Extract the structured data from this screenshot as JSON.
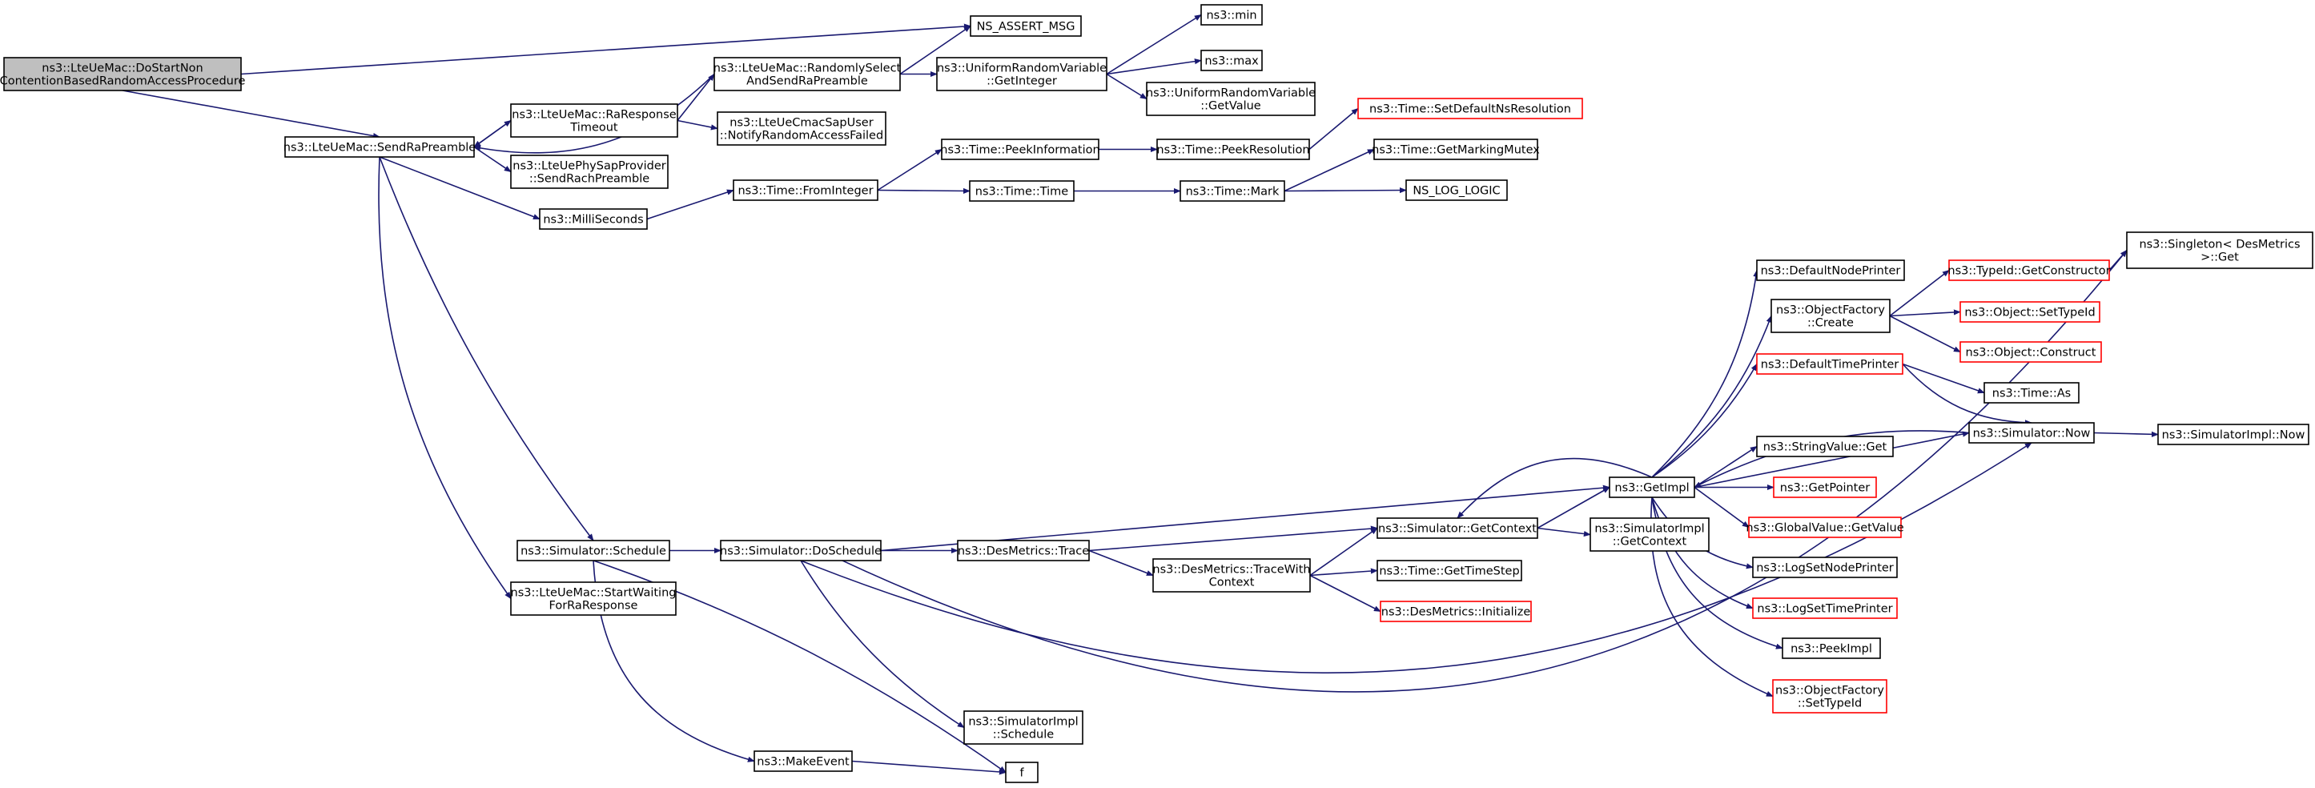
{
  "colors": {
    "edge": "#191970",
    "root_fill": "#bfbfbf",
    "box_border": "#000000",
    "truncated_border": "#ff0000"
  },
  "nodes": [
    {
      "id": "root",
      "style": "root",
      "lines": [
        "ns3::LteUeMac::DoStartNon",
        "ContentionBasedRandomAccessProcedure"
      ]
    },
    {
      "id": "ns_assert_msg",
      "style": "normal",
      "lines": [
        "NS_ASSERT_MSG"
      ]
    },
    {
      "id": "send_ra_preamble",
      "style": "normal",
      "lines": [
        "ns3::LteUeMac::SendRaPreamble"
      ]
    },
    {
      "id": "randomly_select",
      "style": "normal",
      "lines": [
        "ns3::LteUeMac::RandomlySelect",
        "AndSendRaPreamble"
      ]
    },
    {
      "id": "ra_response_timeout",
      "style": "normal",
      "lines": [
        "ns3::LteUeMac::RaResponse",
        "Timeout"
      ]
    },
    {
      "id": "phy_sap_provider",
      "style": "normal",
      "lines": [
        "ns3::LteUePhySapProvider",
        "::SendRachPreamble"
      ]
    },
    {
      "id": "milliseconds",
      "style": "normal",
      "lines": [
        "ns3::MilliSeconds"
      ]
    },
    {
      "id": "sim_schedule",
      "style": "normal",
      "lines": [
        "ns3::Simulator::Schedule"
      ]
    },
    {
      "id": "start_waiting",
      "style": "normal",
      "lines": [
        "ns3::LteUeMac::StartWaiting",
        "ForRaResponse"
      ]
    },
    {
      "id": "notify_ra_failed",
      "style": "normal",
      "lines": [
        "ns3::LteUeCmacSapUser",
        "::NotifyRandomAccessFailed"
      ]
    },
    {
      "id": "uniform_getinteger",
      "style": "normal",
      "lines": [
        "ns3::UniformRandomVariable",
        "::GetInteger"
      ]
    },
    {
      "id": "min",
      "style": "normal",
      "lines": [
        "ns3::min"
      ]
    },
    {
      "id": "max",
      "style": "normal",
      "lines": [
        "ns3::max"
      ]
    },
    {
      "id": "uniform_getvalue",
      "style": "normal",
      "lines": [
        "ns3::UniformRandomVariable",
        "::GetValue"
      ]
    },
    {
      "id": "time_set_default_res",
      "style": "red",
      "lines": [
        "ns3::Time::SetDefaultNsResolution"
      ]
    },
    {
      "id": "time_peek_information",
      "style": "normal",
      "lines": [
        "ns3::Time::PeekInformation"
      ]
    },
    {
      "id": "time_peek_resolution",
      "style": "normal",
      "lines": [
        "ns3::Time::PeekResolution"
      ]
    },
    {
      "id": "time_get_marking_mutex",
      "style": "normal",
      "lines": [
        "ns3::Time::GetMarkingMutex"
      ]
    },
    {
      "id": "time_from_integer",
      "style": "normal",
      "lines": [
        "ns3::Time::FromInteger"
      ]
    },
    {
      "id": "time_time",
      "style": "normal",
      "lines": [
        "ns3::Time::Time"
      ]
    },
    {
      "id": "time_mark",
      "style": "normal",
      "lines": [
        "ns3::Time::Mark"
      ]
    },
    {
      "id": "ns_log_logic",
      "style": "normal",
      "lines": [
        "NS_LOG_LOGIC"
      ]
    },
    {
      "id": "singleton_get",
      "style": "normal",
      "lines": [
        "ns3::Singleton< DesMetrics",
        ">::Get"
      ]
    },
    {
      "id": "typeid_getconstructor",
      "style": "red",
      "lines": [
        "ns3::TypeId::GetConstructor"
      ]
    },
    {
      "id": "default_node_printer",
      "style": "normal",
      "lines": [
        "ns3::DefaultNodePrinter"
      ]
    },
    {
      "id": "object_factory_create",
      "style": "normal",
      "lines": [
        "ns3::ObjectFactory",
        "::Create"
      ]
    },
    {
      "id": "object_settypeid",
      "style": "red",
      "lines": [
        "ns3::Object::SetTypeId"
      ]
    },
    {
      "id": "object_construct",
      "style": "red",
      "lines": [
        "ns3::Object::Construct"
      ]
    },
    {
      "id": "default_time_printer",
      "style": "red",
      "lines": [
        "ns3::DefaultTimePrinter"
      ]
    },
    {
      "id": "time_as",
      "style": "normal",
      "lines": [
        "ns3::Time::As"
      ]
    },
    {
      "id": "simulator_now",
      "style": "normal",
      "lines": [
        "ns3::Simulator::Now"
      ]
    },
    {
      "id": "simimpl_now",
      "style": "normal",
      "lines": [
        "ns3::SimulatorImpl::Now"
      ]
    },
    {
      "id": "string_value_get",
      "style": "normal",
      "lines": [
        "ns3::StringValue::Get"
      ]
    },
    {
      "id": "get_impl",
      "style": "normal",
      "lines": [
        "ns3::GetImpl"
      ]
    },
    {
      "id": "get_pointer",
      "style": "red",
      "lines": [
        "ns3::GetPointer"
      ]
    },
    {
      "id": "sim_get_context",
      "style": "normal",
      "lines": [
        "ns3::Simulator::GetContext"
      ]
    },
    {
      "id": "simimpl_get_context",
      "style": "normal",
      "lines": [
        "ns3::SimulatorImpl",
        "::GetContext"
      ]
    },
    {
      "id": "global_value_getvalue",
      "style": "red",
      "lines": [
        "ns3::GlobalValue::GetValue"
      ]
    },
    {
      "id": "des_metrics_trace",
      "style": "normal",
      "lines": [
        "ns3::DesMetrics::Trace"
      ]
    },
    {
      "id": "sim_do_schedule",
      "style": "normal",
      "lines": [
        "ns3::Simulator::DoSchedule"
      ]
    },
    {
      "id": "des_metrics_trace_ctx",
      "style": "normal",
      "lines": [
        "ns3::DesMetrics::TraceWith",
        "Context"
      ]
    },
    {
      "id": "time_get_time_step",
      "style": "normal",
      "lines": [
        "ns3::Time::GetTimeStep"
      ]
    },
    {
      "id": "log_set_node_printer",
      "style": "normal",
      "lines": [
        "ns3::LogSetNodePrinter"
      ]
    },
    {
      "id": "des_metrics_initialize",
      "style": "red",
      "lines": [
        "ns3::DesMetrics::Initialize"
      ]
    },
    {
      "id": "log_set_time_printer",
      "style": "red",
      "lines": [
        "ns3::LogSetTimePrinter"
      ]
    },
    {
      "id": "peek_impl",
      "style": "normal",
      "lines": [
        "ns3::PeekImpl"
      ]
    },
    {
      "id": "object_factory_settypeid",
      "style": "red",
      "lines": [
        "ns3::ObjectFactory",
        "::SetTypeId"
      ]
    },
    {
      "id": "simimpl_schedule",
      "style": "normal",
      "lines": [
        "ns3::SimulatorImpl",
        "::Schedule"
      ]
    },
    {
      "id": "make_event",
      "style": "normal",
      "lines": [
        "ns3::MakeEvent"
      ]
    },
    {
      "id": "f",
      "style": "normal",
      "lines": [
        "f"
      ]
    }
  ],
  "edges": [
    {
      "from": "root",
      "to": "ns_assert_msg"
    },
    {
      "from": "root",
      "to": "send_ra_preamble"
    },
    {
      "from": "randomly_select",
      "to": "ns_assert_msg"
    },
    {
      "from": "randomly_select",
      "to": "send_ra_preamble"
    },
    {
      "from": "randomly_select",
      "to": "uniform_getinteger"
    },
    {
      "from": "ra_response_timeout",
      "to": "send_ra_preamble"
    },
    {
      "from": "ra_response_timeout",
      "to": "randomly_select"
    },
    {
      "from": "ra_response_timeout",
      "to": "notify_ra_failed"
    },
    {
      "from": "send_ra_preamble",
      "to": "ra_response_timeout"
    },
    {
      "from": "send_ra_preamble",
      "to": "phy_sap_provider"
    },
    {
      "from": "send_ra_preamble",
      "to": "milliseconds"
    },
    {
      "from": "send_ra_preamble",
      "to": "sim_schedule"
    },
    {
      "from": "send_ra_preamble",
      "to": "start_waiting"
    },
    {
      "from": "uniform_getinteger",
      "to": "min"
    },
    {
      "from": "uniform_getinteger",
      "to": "max"
    },
    {
      "from": "uniform_getinteger",
      "to": "uniform_getvalue"
    },
    {
      "from": "milliseconds",
      "to": "time_from_integer"
    },
    {
      "from": "time_from_integer",
      "to": "time_peek_information"
    },
    {
      "from": "time_from_integer",
      "to": "time_time"
    },
    {
      "from": "time_peek_information",
      "to": "time_peek_resolution"
    },
    {
      "from": "time_peek_resolution",
      "to": "time_set_default_res"
    },
    {
      "from": "time_time",
      "to": "time_mark"
    },
    {
      "from": "time_mark",
      "to": "time_get_marking_mutex"
    },
    {
      "from": "time_mark",
      "to": "ns_log_logic"
    },
    {
      "from": "sim_schedule",
      "to": "sim_do_schedule"
    },
    {
      "from": "sim_schedule",
      "to": "make_event"
    },
    {
      "from": "sim_schedule",
      "to": "f"
    },
    {
      "from": "sim_do_schedule",
      "to": "singleton_get"
    },
    {
      "from": "sim_do_schedule",
      "to": "get_impl"
    },
    {
      "from": "sim_do_schedule",
      "to": "des_metrics_trace"
    },
    {
      "from": "sim_do_schedule",
      "to": "simulator_now"
    },
    {
      "from": "sim_do_schedule",
      "to": "simimpl_schedule"
    },
    {
      "from": "make_event",
      "to": "f"
    },
    {
      "from": "des_metrics_trace",
      "to": "sim_get_context"
    },
    {
      "from": "des_metrics_trace",
      "to": "des_metrics_trace_ctx"
    },
    {
      "from": "des_metrics_trace_ctx",
      "to": "sim_get_context"
    },
    {
      "from": "des_metrics_trace_ctx",
      "to": "time_get_time_step"
    },
    {
      "from": "des_metrics_trace_ctx",
      "to": "des_metrics_initialize"
    },
    {
      "from": "sim_get_context",
      "to": "get_impl"
    },
    {
      "from": "sim_get_context",
      "to": "simimpl_get_context"
    },
    {
      "from": "get_impl",
      "to": "sim_get_context"
    },
    {
      "from": "get_impl",
      "to": "default_node_printer"
    },
    {
      "from": "get_impl",
      "to": "object_factory_create"
    },
    {
      "from": "get_impl",
      "to": "default_time_printer"
    },
    {
      "from": "get_impl",
      "to": "simulator_now"
    },
    {
      "from": "get_impl",
      "to": "string_value_get"
    },
    {
      "from": "get_impl",
      "to": "get_pointer"
    },
    {
      "from": "get_impl",
      "to": "global_value_getvalue"
    },
    {
      "from": "get_impl",
      "to": "log_set_node_printer"
    },
    {
      "from": "get_impl",
      "to": "log_set_time_printer"
    },
    {
      "from": "get_impl",
      "to": "peek_impl"
    },
    {
      "from": "get_impl",
      "to": "object_factory_settypeid"
    },
    {
      "from": "object_factory_create",
      "to": "typeid_getconstructor"
    },
    {
      "from": "object_factory_create",
      "to": "object_settypeid"
    },
    {
      "from": "object_factory_create",
      "to": "object_construct"
    },
    {
      "from": "typeid_getconstructor",
      "to": "singleton_get"
    },
    {
      "from": "default_time_printer",
      "to": "time_as"
    },
    {
      "from": "default_time_printer",
      "to": "simulator_now"
    },
    {
      "from": "simulator_now",
      "to": "get_impl"
    },
    {
      "from": "simulator_now",
      "to": "simimpl_now"
    }
  ]
}
